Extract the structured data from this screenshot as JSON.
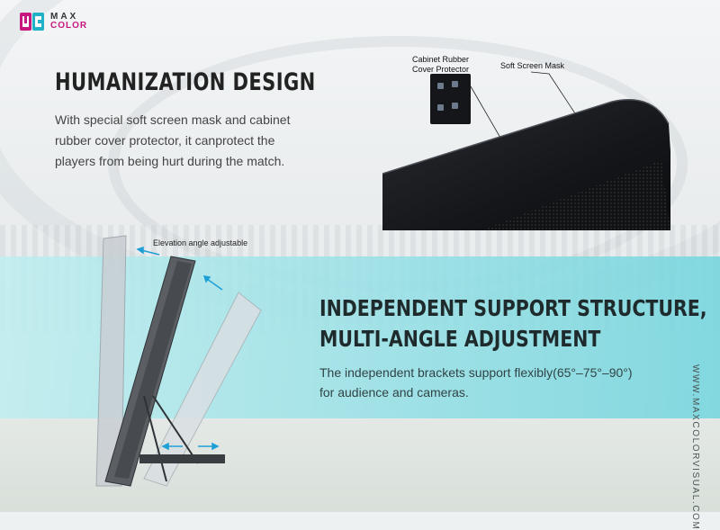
{
  "brand": {
    "line1": "MAX",
    "line2": "COLOR",
    "accent": "#c8177e",
    "accent2": "#1fb2c6"
  },
  "section1": {
    "heading": "HUMANIZATION DESIGN",
    "body": "With special soft screen mask and cabinet rubber cover protector, it canprotect the players from being hurt during the match."
  },
  "callouts": {
    "cabinet_rubber": "Cabinet Rubber\nCover Protector",
    "soft_mask": "Soft Screen Mask"
  },
  "section2": {
    "heading_line1": "INDEPENDENT SUPPORT STRUCTURE,",
    "heading_line2": "MULTI-ANGLE ADJUSTMENT",
    "body": "The independent brackets support flexibly(65°–75°–90°) for audience and cameras."
  },
  "diagram": {
    "elevation_label": "Elevation angle adjustable"
  },
  "website": "WWW.MAXCOLORVISUAL.COM",
  "colors": {
    "band_left": "#bfeef0",
    "band_right": "#78d6de",
    "arrow": "#1e9fd6"
  }
}
